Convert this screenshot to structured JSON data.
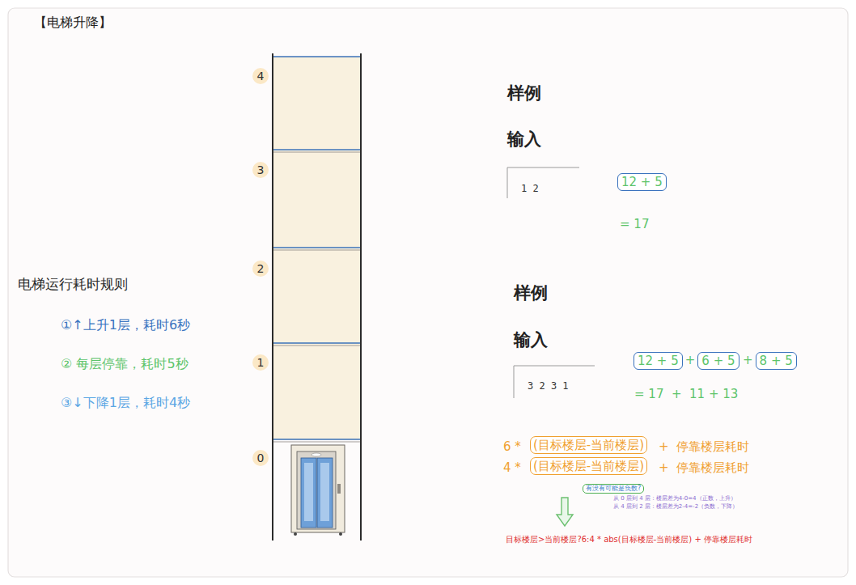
{
  "diagram": {
    "title": "【电梯升降】",
    "nodes": [
      {
        "text": [
          "12 + 5"
        ]
      },
      {
        "text": [
          "12 + 5"
        ]
      },
      {
        "text": [
          "6 + 5"
        ]
      },
      {
        "text": [
          "8 + 5"
        ]
      },
      {
        "text": [
          "(目标楼层-当前楼层)"
        ]
      },
      {
        "text": [
          "(目标楼层-当前楼层)"
        ]
      },
      {
        "text": [
          "有没有可能是负数?"
        ]
      }
    ],
    "labels": [
      "4",
      "3",
      "2",
      "1",
      "0",
      "电梯运行耗时规则",
      "①↑上升1层，耗时6秒",
      "② 每层停靠，耗时5秒",
      "③↓下降1层，耗时4秒",
      "样例",
      "输入",
      "1 2",
      "= 17",
      "样例",
      "输入",
      "3 2 3 1",
      "+",
      "+",
      "= 17  +  11 + 13",
      "6 *",
      "+  停靠楼层耗时",
      "4 *",
      "+  停靠楼层耗时",
      "从 0 层到 4 层：楼层差为4-0=4（正数，上升）",
      "从 4 层到 2 层：楼层差为2-4=-2（负数，下降）",
      "目标楼层>当前楼层?6:4 * abs(目标楼层-当前楼层) + 停靠楼层耗时"
    ]
  }
}
